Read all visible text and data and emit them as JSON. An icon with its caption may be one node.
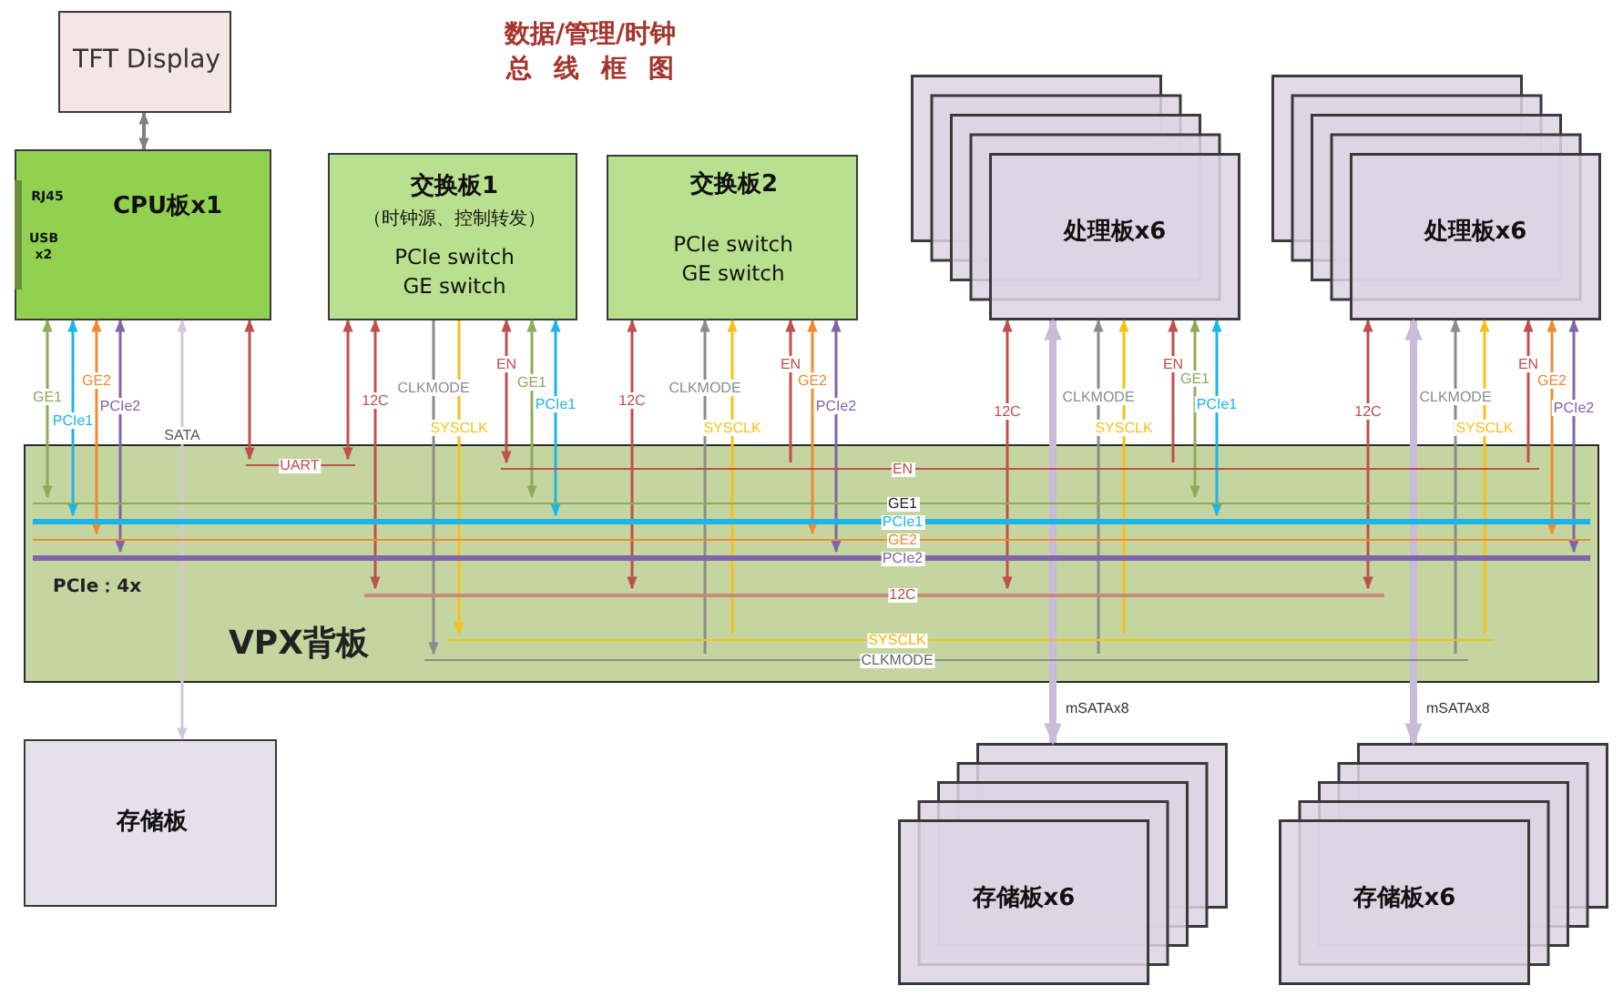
{
  "diagram": {
    "title": "数据/管理/时钟总 线 框 图",
    "nodes": [
      {
        "text": [
          "TFT Display"
        ]
      },
      {
        "text": [
          "RJ45",
          "CPU板x1",
          "USB x2"
        ]
      },
      {
        "text": [
          "交换板1",
          "（时钟源、控制转发）",
          "PCIe switch GE switch"
        ]
      },
      {
        "text": [
          "交换板2",
          "PCIe switch GE switch"
        ]
      },
      {
        "text": [
          "处理板x6"
        ]
      },
      {
        "text": [
          "处理板x6"
        ]
      },
      {
        "text": [
          "VPX背板"
        ]
      },
      {
        "text": [
          "EN"
        ],
        "in": 6
      },
      {
        "text": [
          "GE1"
        ],
        "in": 6
      },
      {
        "text": [
          "PCIe1"
        ],
        "in": 6
      },
      {
        "text": [
          "GE2"
        ],
        "in": 6
      },
      {
        "text": [
          "PCIe2"
        ],
        "in": 6
      },
      {
        "text": [
          "12C"
        ],
        "in": 6
      },
      {
        "text": [
          "SYSCLK"
        ],
        "in": 6
      },
      {
        "text": [
          "CLKMODE"
        ],
        "in": 6
      },
      {
        "text": [
          "UART"
        ],
        "in": 6
      },
      {
        "text": [
          "存储板"
        ]
      },
      {
        "text": [
          "存储板x6"
        ]
      },
      {
        "text": [
          "存储板x6"
        ]
      }
    ],
    "edges": [
      {
        "from": 0,
        "to": 1,
        "arrow": "both",
        "color": "#7f7f7f"
      },
      {
        "from": 1,
        "to": 8,
        "arrow": "both",
        "label": "GE1",
        "color": "#8faa5a"
      },
      {
        "from": 1,
        "to": 9,
        "arrow": "both",
        "label": "PCIe1",
        "color": "#1cb5ea"
      },
      {
        "from": 1,
        "to": 10,
        "arrow": "both",
        "label": "GE2",
        "color": "#f08a30"
      },
      {
        "from": 1,
        "to": 11,
        "arrow": "both",
        "label": "PCIe2",
        "color": "#8066a8"
      },
      {
        "from": 1,
        "to": 16,
        "arrow": "both",
        "label": "SATA",
        "color": "#d3c8e0"
      },
      {
        "from": 1,
        "to": 15,
        "arrow": "both",
        "color": "#c0504d"
      },
      {
        "from": 2,
        "to": 15,
        "arrow": "both",
        "color": "#c0504d"
      },
      {
        "from": 2,
        "to": 12,
        "arrow": "both",
        "label": "12C",
        "color": "#c0504d"
      },
      {
        "from": 2,
        "to": 14,
        "arrow": "to",
        "label": "CLKMODE",
        "color": "#8c8c8c"
      },
      {
        "from": 2,
        "to": 13,
        "arrow": "to",
        "label": "SYSCLK",
        "color": "#f5c21b"
      },
      {
        "from": 2,
        "to": 7,
        "arrow": "both",
        "label": "EN",
        "color": "#c0504d"
      },
      {
        "from": 2,
        "to": 8,
        "arrow": "both",
        "label": "GE1",
        "color": "#8faa5a"
      },
      {
        "from": 2,
        "to": 9,
        "arrow": "both",
        "label": "PCIe1",
        "color": "#1cb5ea"
      },
      {
        "from": 3,
        "to": 12,
        "arrow": "both",
        "label": "12C",
        "color": "#c0504d"
      },
      {
        "from": 14,
        "to": 3,
        "arrow": "to",
        "label": "CLKMODE",
        "color": "#8c8c8c"
      },
      {
        "from": 13,
        "to": 3,
        "arrow": "to",
        "label": "SYSCLK",
        "color": "#f5c21b"
      },
      {
        "from": 7,
        "to": 3,
        "arrow": "to",
        "label": "EN",
        "color": "#c0504d"
      },
      {
        "from": 3,
        "to": 10,
        "arrow": "both",
        "label": "GE2",
        "color": "#f08a30"
      },
      {
        "from": 3,
        "to": 11,
        "arrow": "both",
        "label": "PCIe2",
        "color": "#8066a8"
      },
      {
        "from": 4,
        "to": 12,
        "arrow": "both",
        "label": "12C",
        "color": "#c0504d"
      },
      {
        "from": 4,
        "to": 17,
        "arrow": "both",
        "label": "mSATAx8",
        "style": "thick",
        "color": "#c8bcd8"
      },
      {
        "from": 14,
        "to": 4,
        "arrow": "to",
        "label": "CLKMODE",
        "color": "#8c8c8c"
      },
      {
        "from": 13,
        "to": 4,
        "arrow": "to",
        "label": "SYSCLK",
        "color": "#f5c21b"
      },
      {
        "from": 7,
        "to": 4,
        "arrow": "to",
        "label": "EN",
        "color": "#c0504d"
      },
      {
        "from": 4,
        "to": 8,
        "arrow": "both",
        "label": "GE1",
        "color": "#8faa5a"
      },
      {
        "from": 4,
        "to": 9,
        "arrow": "both",
        "label": "PCIe1",
        "color": "#1cb5ea"
      },
      {
        "from": 5,
        "to": 12,
        "arrow": "both",
        "label": "12C",
        "color": "#c0504d"
      },
      {
        "from": 5,
        "to": 18,
        "arrow": "both",
        "label": "mSATAx8",
        "style": "thick",
        "color": "#c8bcd8"
      },
      {
        "from": 14,
        "to": 5,
        "arrow": "to",
        "label": "CLKMODE",
        "color": "#8c8c8c"
      },
      {
        "from": 13,
        "to": 5,
        "arrow": "to",
        "label": "SYSCLK",
        "color": "#f5c21b"
      },
      {
        "from": 7,
        "to": 5,
        "arrow": "to",
        "label": "EN",
        "color": "#c0504d"
      },
      {
        "from": 5,
        "to": 10,
        "arrow": "both",
        "label": "GE2",
        "color": "#f08a30"
      },
      {
        "from": 5,
        "to": 11,
        "arrow": "both",
        "label": "PCIe2",
        "color": "#8066a8"
      }
    ],
    "labels": [
      "PCIe：4x"
    ]
  }
}
